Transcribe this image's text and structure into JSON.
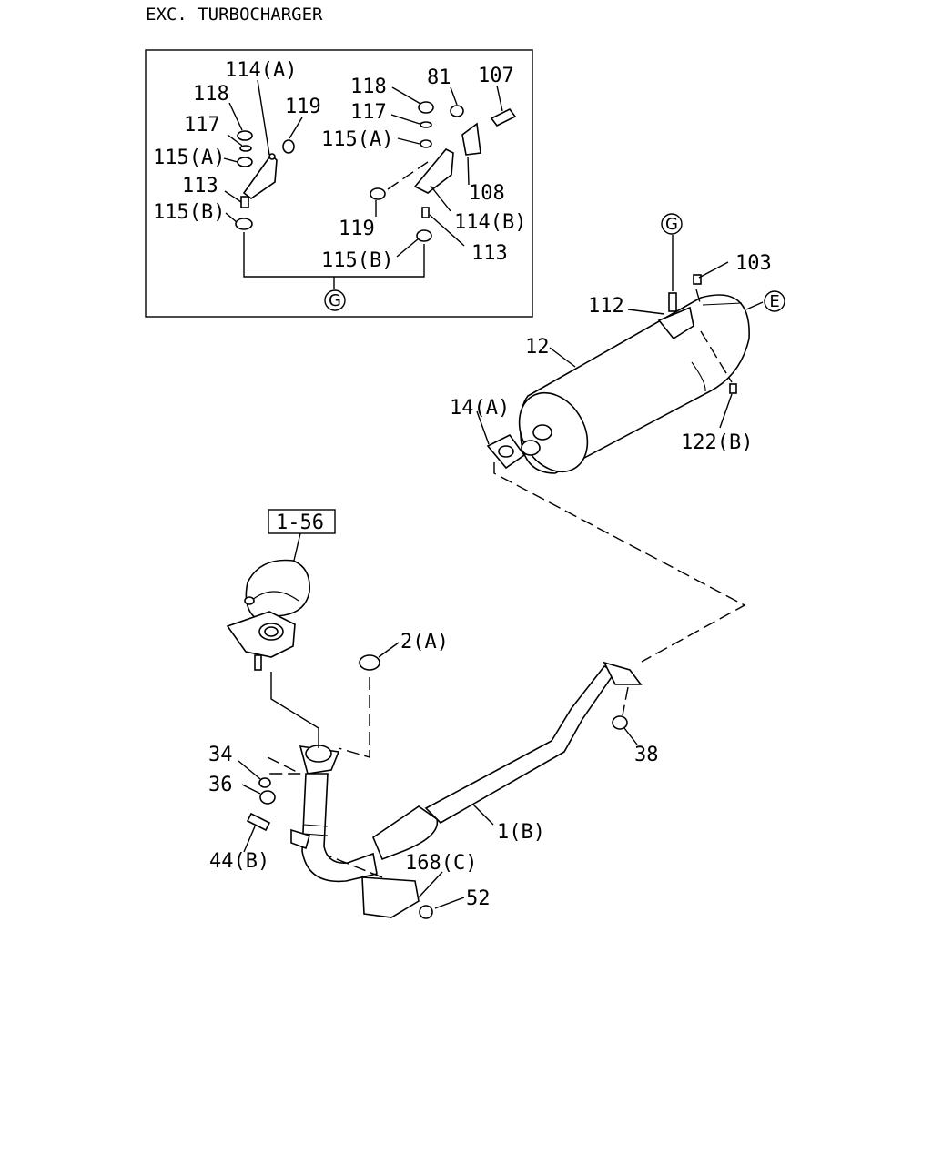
{
  "title": "EXC. TURBOCHARGER",
  "ref_box": "1-56",
  "circles": {
    "g_inset": "G",
    "g_main": "G",
    "e_main": "E"
  },
  "callouts": {
    "i114a": "114(A)",
    "i118a": "118",
    "i119a": "119",
    "i117a": "117",
    "i115a_l": "115(A)",
    "i113a": "113",
    "i115b_l": "115(B)",
    "i118b": "118",
    "i81": "81",
    "i107": "107",
    "i117b": "117",
    "i115a_r": "115(A)",
    "i108": "108",
    "i119b": "119",
    "i114b": "114(B)",
    "i113b": "113",
    "i115b_r": "115(B)",
    "c103": "103",
    "c112": "112",
    "c12": "12",
    "c14a": "14(A)",
    "c122b": "122(B)",
    "c2a": "2(A)",
    "c34": "34",
    "c36": "36",
    "c38": "38",
    "c1b": "1(B)",
    "c44b": "44(B)",
    "c168c": "168(C)",
    "c52": "52"
  }
}
